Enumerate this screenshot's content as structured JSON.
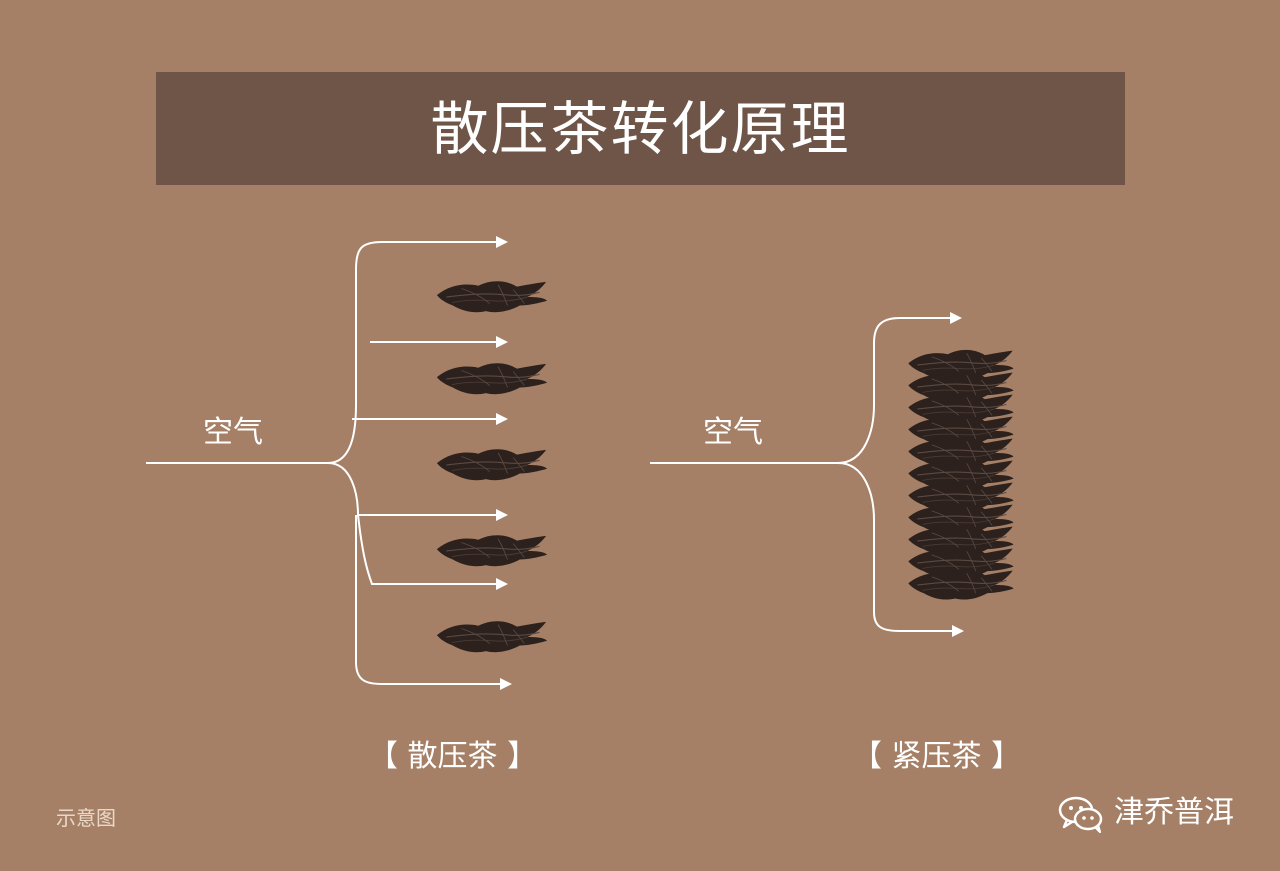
{
  "title": "散压茶转化原理",
  "left_diagram": {
    "air_label": "空气",
    "caption": "【 散压茶 】"
  },
  "right_diagram": {
    "air_label": "空气",
    "caption": "【 紧压茶 】"
  },
  "note": "示意图",
  "brand": {
    "name": "津乔普洱",
    "icon": "wechat-icon"
  },
  "colors": {
    "background": "#a58067",
    "title_bar": "#6f5547",
    "line": "#ffffff",
    "leaf": "#2c211d"
  }
}
